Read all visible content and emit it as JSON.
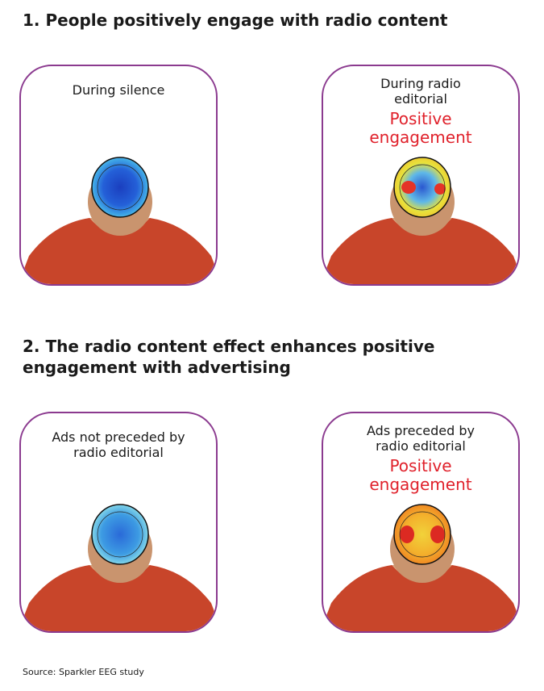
{
  "heading1": "1. People positively engage with radio content",
  "heading2": "2. The radio content effect enhances positive engagement with advertising",
  "panels": [
    {
      "caption": [
        "During silence"
      ],
      "engagement": [],
      "map": "blue"
    },
    {
      "caption": [
        "During radio",
        "editorial"
      ],
      "engagement": [
        "Positive",
        "engagement"
      ],
      "map": "warm-mixed"
    },
    {
      "caption": [
        "Ads not preceded by",
        "radio editorial"
      ],
      "engagement": [],
      "map": "blue"
    },
    {
      "caption": [
        "Ads preceded by",
        "radio editorial"
      ],
      "engagement": [
        "Positive",
        "engagement"
      ],
      "map": "warm"
    }
  ],
  "colors": {
    "border": "#8b3a8f",
    "positive": "#e0212b",
    "shirt": "#c8452a"
  },
  "source": "Source: Sparkler EEG study"
}
